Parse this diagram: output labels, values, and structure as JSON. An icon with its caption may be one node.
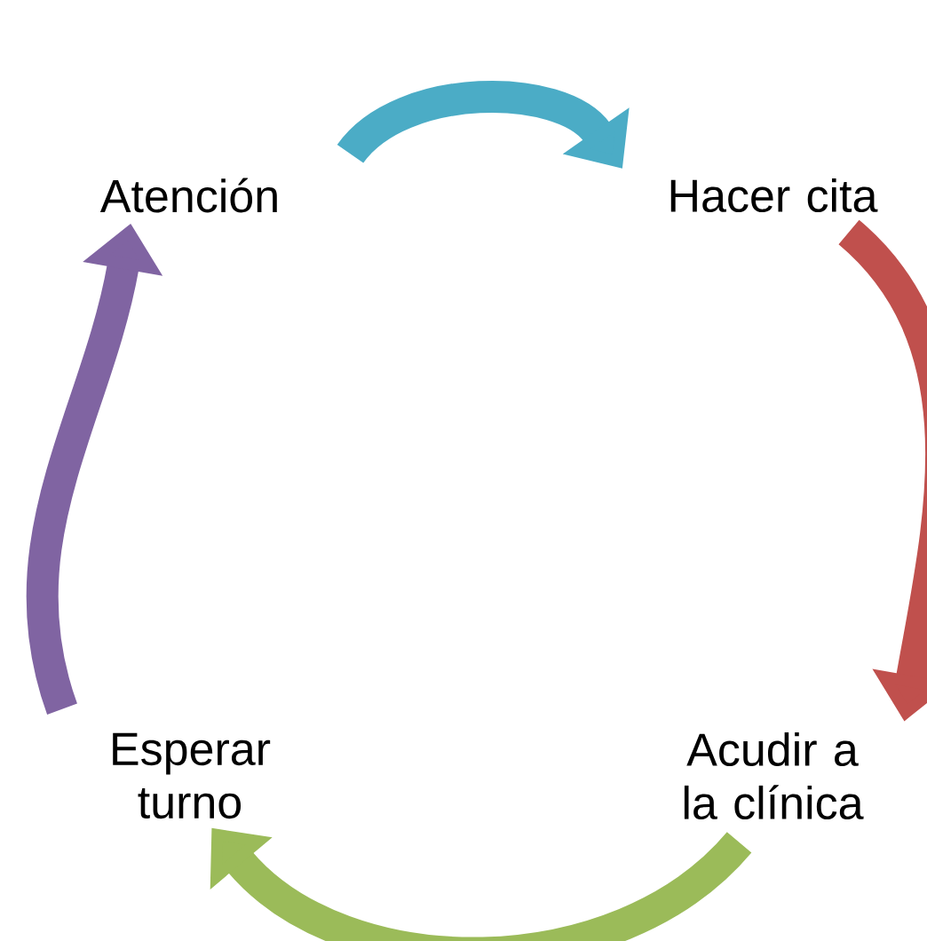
{
  "diagram": {
    "nodes": [
      {
        "text": [
          "Atención"
        ]
      },
      {
        "text": [
          "Hacer cita"
        ]
      },
      {
        "text": [
          "Acudir a la clínica"
        ]
      },
      {
        "text": [
          "Esperar turno"
        ]
      }
    ],
    "edges": [
      {
        "from": 0,
        "to": 1,
        "arrow": "to",
        "color": "#4bacc6"
      },
      {
        "from": 1,
        "to": 2,
        "arrow": "to",
        "color": "#c0504d"
      },
      {
        "from": 2,
        "to": 3,
        "arrow": "to",
        "color": "#9bbb59"
      },
      {
        "from": 3,
        "to": 0,
        "arrow": "to",
        "color": "#8064a2"
      }
    ]
  }
}
